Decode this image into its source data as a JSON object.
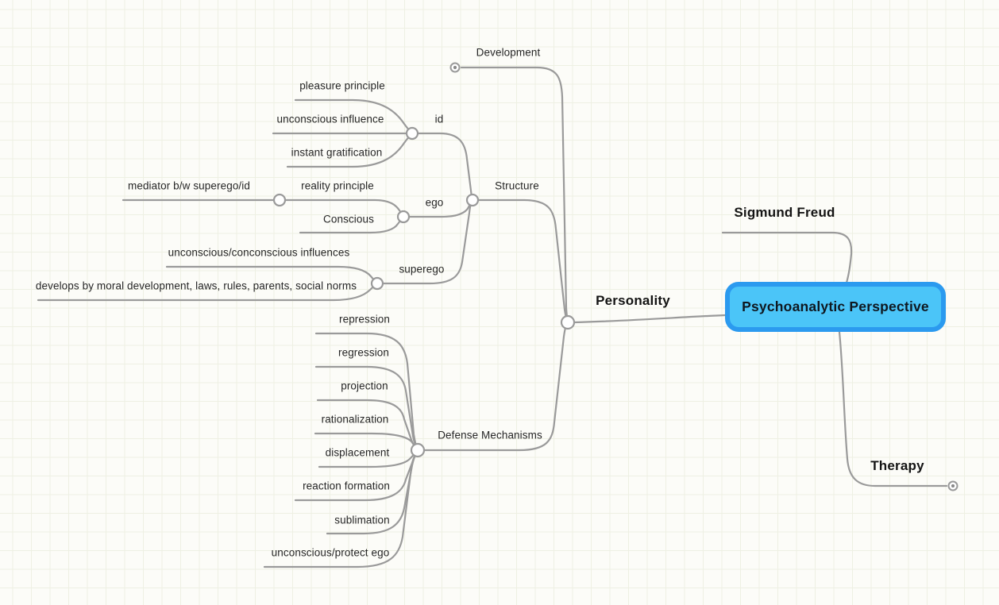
{
  "app": {
    "view": "mind-map-canvas"
  },
  "style": {
    "canvas_background": "#FCFCF8",
    "grid_line_color": "#EEF0E3",
    "connector_color": "#9A9A9A",
    "root_node_fill": "#4BC5F8",
    "root_node_border": "#2B9AEF",
    "text_color": "#262626"
  },
  "icons": {
    "collapsed_branch": "circle-dot-icon",
    "junction": "open-circle-icon"
  },
  "mindmap": {
    "root": {
      "label": "Psychoanalytic Perspective",
      "selected": true
    },
    "branches": [
      {
        "label": "Sigmund Freud"
      },
      {
        "label": "Personality",
        "children": [
          {
            "label": "Development",
            "collapsed": true
          },
          {
            "label": "Structure",
            "children": [
              {
                "label": "id",
                "children": [
                  {
                    "label": "pleasure principle"
                  },
                  {
                    "label": "unconscious influence"
                  },
                  {
                    "label": "instant gratification"
                  }
                ]
              },
              {
                "label": "ego",
                "children": [
                  {
                    "label": "reality principle",
                    "children": [
                      {
                        "label": "mediator b/w superego/id"
                      }
                    ]
                  },
                  {
                    "label": "Conscious"
                  }
                ]
              },
              {
                "label": "superego",
                "children": [
                  {
                    "label": "unconscious/conconscious influences"
                  },
                  {
                    "label": "develops by moral development, laws, rules, parents, social norms"
                  }
                ]
              }
            ]
          },
          {
            "label": "Defense Mechanisms",
            "children": [
              {
                "label": "repression"
              },
              {
                "label": "regression"
              },
              {
                "label": "projection"
              },
              {
                "label": "rationalization"
              },
              {
                "label": "displacement"
              },
              {
                "label": "reaction formation"
              },
              {
                "label": "sublimation"
              },
              {
                "label": "unconscious/protect ego"
              }
            ]
          }
        ]
      },
      {
        "label": "Therapy",
        "collapsed": true
      }
    ]
  }
}
